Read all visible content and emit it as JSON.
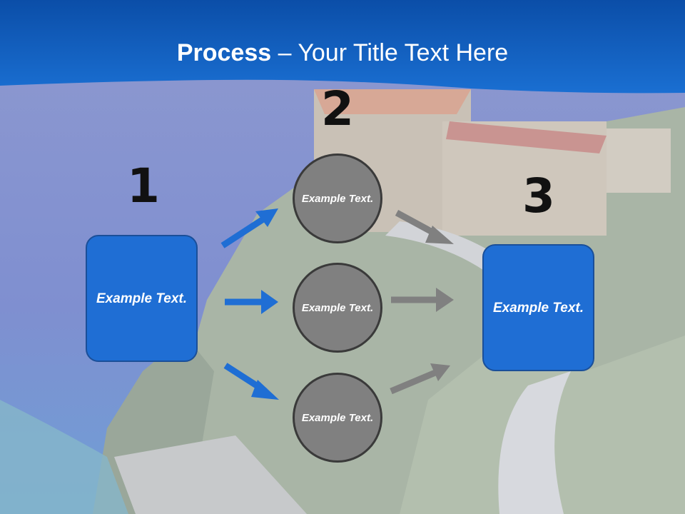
{
  "header": {
    "title_bold": "Process",
    "title_rest": " – Your Title Text Here"
  },
  "steps": [
    {
      "number": "1",
      "label": "Example Text."
    },
    {
      "number": "2",
      "items": [
        "Example Text.",
        "Example Text.",
        "Example Text."
      ]
    },
    {
      "number": "3",
      "label": "Example Text."
    }
  ],
  "colors": {
    "header_blue": "#1160c8",
    "box_blue": "#1f6ed4",
    "circle_gray": "#808080",
    "arrow_blue": "#1f6ed4",
    "arrow_gray": "#808080"
  }
}
